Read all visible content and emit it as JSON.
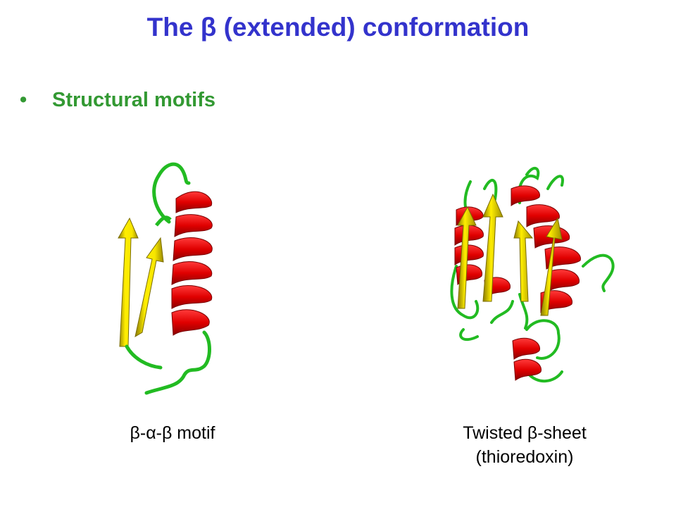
{
  "slide": {
    "title": "The β (extended) conformation",
    "bullet": {
      "marker": "•",
      "text": "Structural motifs"
    }
  },
  "figures": [
    {
      "caption": "β-α-β motif",
      "structure": {
        "strand_color": "#f0e000",
        "helix_color": "#e80000",
        "loop_color": "#22bb22"
      }
    },
    {
      "caption_line1": "Twisted β-sheet",
      "caption_line2": "(thioredoxin)",
      "structure": {
        "strand_color": "#f0e000",
        "helix_color": "#e80000",
        "loop_color": "#22bb22"
      }
    }
  ],
  "colors": {
    "title": "#3333cc",
    "bullet": "#339933"
  }
}
